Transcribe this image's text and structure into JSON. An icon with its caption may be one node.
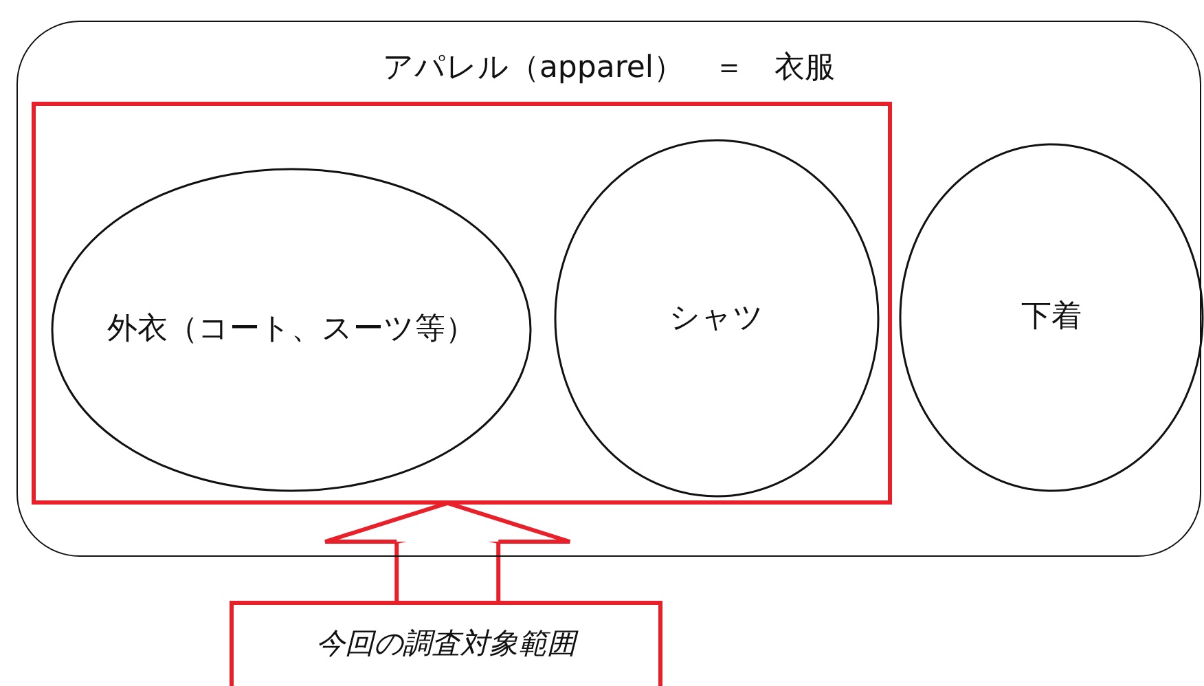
{
  "diagram": {
    "nodes": [
      {
        "text": [
          "アパレル（apparel）　＝　衣服"
        ]
      },
      {
        "text": [],
        "shape": "box",
        "in": 0
      },
      {
        "text": [
          "外衣（コート、スーツ等）"
        ],
        "in": 1
      },
      {
        "text": [
          "シャツ"
        ],
        "in": 1
      },
      {
        "text": [
          "下着"
        ],
        "in": 0
      },
      {
        "text": [
          "今回の調査対象範囲"
        ]
      }
    ],
    "edges": [
      {
        "from": 5,
        "to": 1,
        "arrow": "to",
        "color": "#e8202a"
      }
    ]
  }
}
